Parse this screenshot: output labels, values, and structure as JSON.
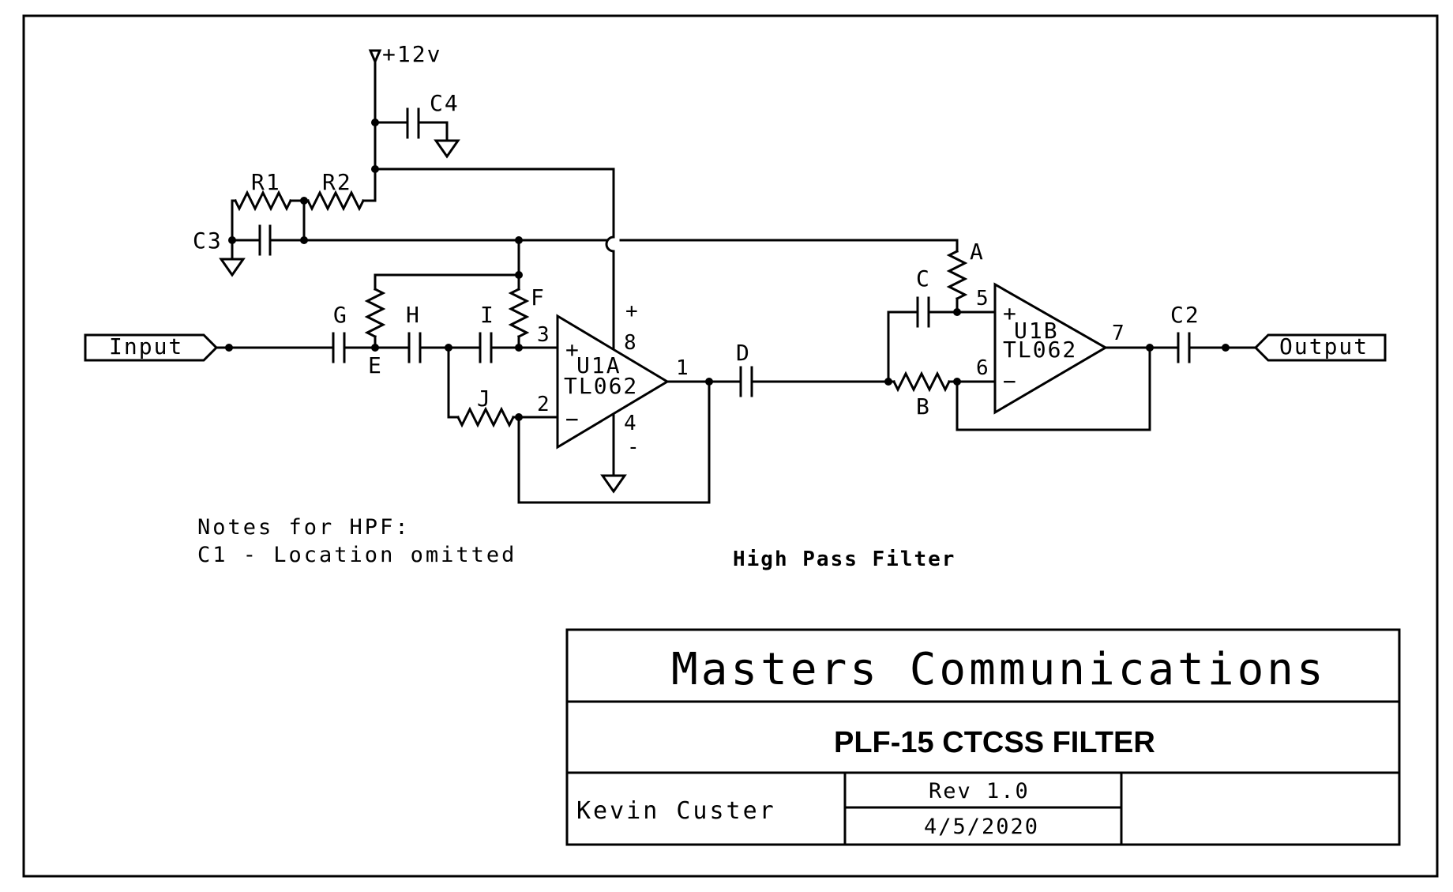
{
  "power": {
    "label": "+12v"
  },
  "components": {
    "C4": "C4",
    "C3": "C3",
    "R1": "R1",
    "R2": "R2",
    "G": "G",
    "H": "H",
    "I": "I",
    "F": "F",
    "E": "E",
    "J": "J",
    "A": "A",
    "B": "B",
    "C": "C",
    "D": "D",
    "C2": "C2"
  },
  "opamps": [
    {
      "name": "U1A",
      "part": "TL062",
      "pin_plus": "3",
      "pin_minus": "2",
      "pin_out": "1",
      "pin_vplus": "8",
      "pin_vminus": "4"
    },
    {
      "name": "U1B",
      "part": "TL062",
      "pin_plus": "5",
      "pin_minus": "6",
      "pin_out": "7"
    }
  ],
  "supply_marks": {
    "plus": "+",
    "minus": "-",
    "in_plus": "+",
    "in_minus": "−"
  },
  "ports": {
    "input": "Input",
    "output": "Output"
  },
  "notes": {
    "heading": "Notes for HPF:",
    "line1": "C1 - Location omitted"
  },
  "caption": "High Pass Filter",
  "title_block": {
    "company": "Masters Communications",
    "title": "PLF-15 CTCSS FILTER",
    "author": "Kevin Custer",
    "revision": "Rev 1.0",
    "date": "4/5/2020"
  }
}
